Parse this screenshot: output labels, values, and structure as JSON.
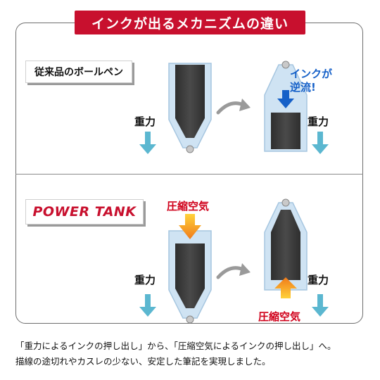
{
  "title": "インクが出るメカニズムの違い",
  "conventional": {
    "label": "従来品のボールペン",
    "gravity": "重力",
    "gravity_right": "重力",
    "backflow_line1": "インクが",
    "backflow_line2": "逆流!"
  },
  "powertank": {
    "label": "POWER TANK",
    "compressed_air_top": "圧縮空気",
    "compressed_air_bottom": "圧縮空気",
    "gravity": "重力",
    "gravity_right": "重力"
  },
  "caption": {
    "line1": "「重力によるインクの押し出し」から、「圧縮空気によるインクの押し出し」へ。",
    "line2": "描線の途切れやカスレの少ない、安定した筆記を実現しました。"
  },
  "colors": {
    "banner": "#c8102e",
    "red_text": "#d0001a",
    "blue_text": "#1560c8",
    "gravity_arrow": "#5bb7d0",
    "ink": "#3a3a3a",
    "tube": "#cfe3f3"
  }
}
